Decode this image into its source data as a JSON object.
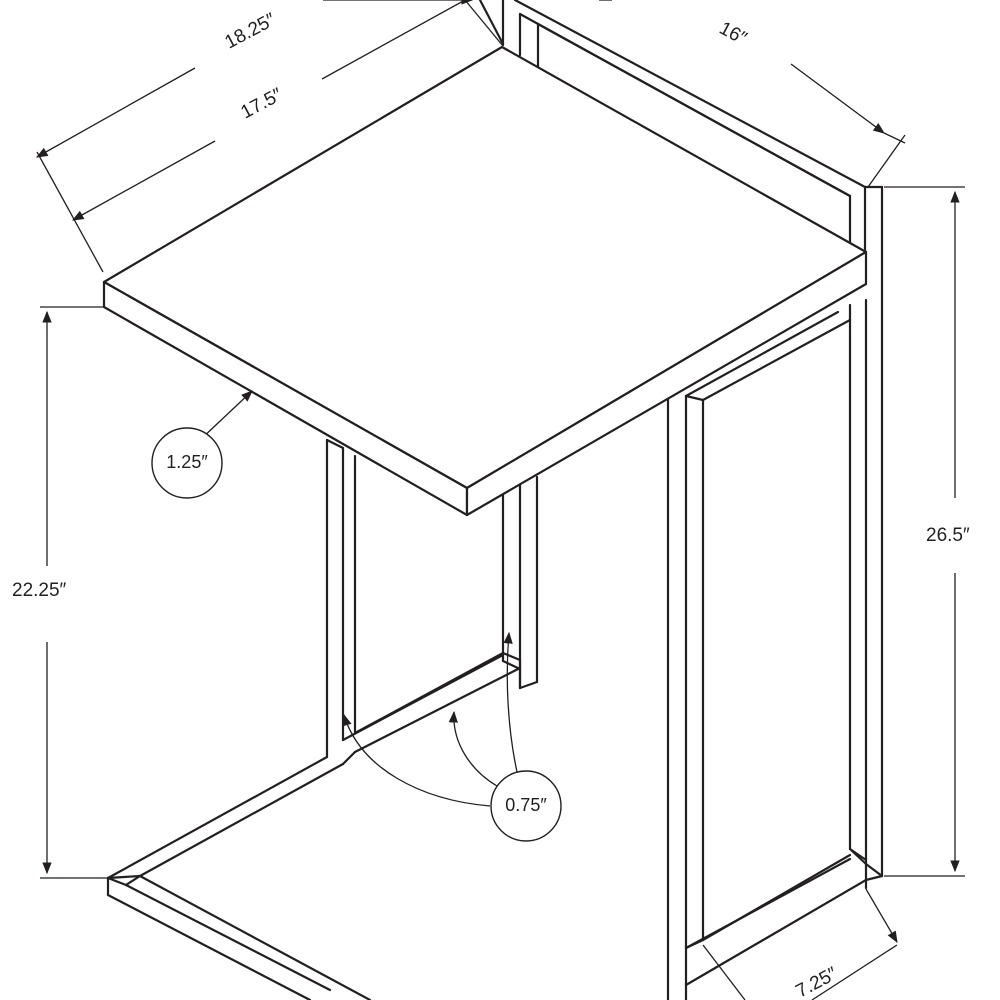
{
  "dimensions": {
    "overall_depth": "18.25″",
    "top_depth": "17.5″",
    "width": "16″",
    "overall_height": "26.5″",
    "top_height": "22.25″",
    "top_thickness": "1.25″",
    "tube_width": "0.75″",
    "base_offset": "7.25″"
  },
  "colors": {
    "line": "#231f20",
    "background": "#ffffff"
  }
}
